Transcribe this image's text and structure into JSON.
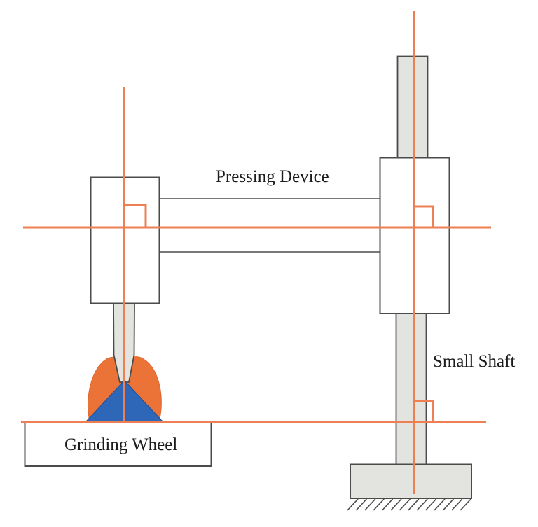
{
  "labels": {
    "pressing_device": "Pressing Device",
    "small_shaft": "Small Shaft",
    "grinding_wheel": "Grinding Wheel"
  },
  "colors": {
    "background": "#ffffff",
    "centerline_accent": "#ee7f53",
    "spark_orange": "#ec7338",
    "contact_blue": "#2f67b8",
    "metal_gray": "#e3e3df",
    "outline_gray": "#4b4b4b",
    "text_color": "#1b1b1b"
  }
}
